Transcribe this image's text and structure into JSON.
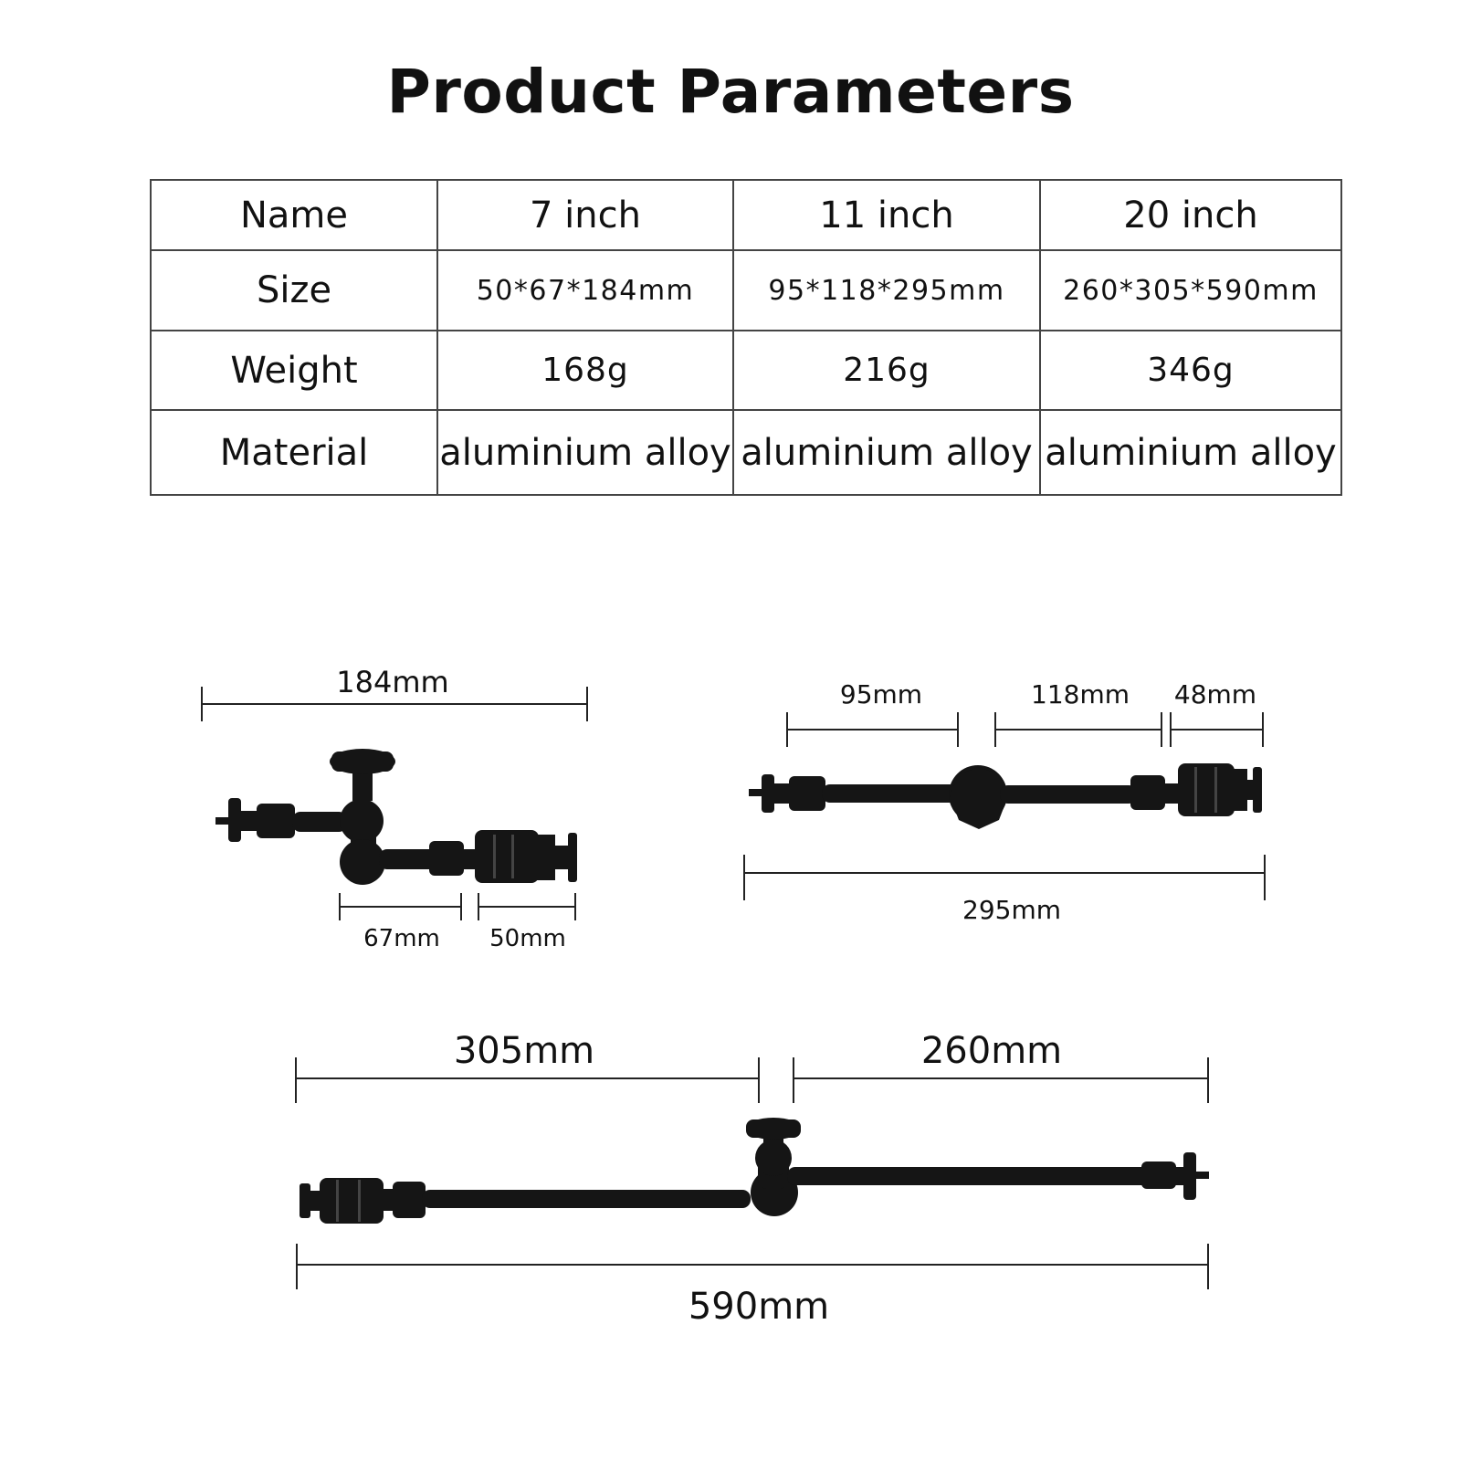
{
  "title": "Product Parameters",
  "table": {
    "columns": [
      "Name",
      "7 inch",
      "11 inch",
      "20 inch"
    ],
    "rows": [
      {
        "label": "Size",
        "values": [
          "50*67*184mm",
          "95*118*295mm",
          "260*305*590mm"
        ]
      },
      {
        "label": "Weight",
        "values": [
          "168g",
          "216g",
          "346g"
        ]
      },
      {
        "label": "Material",
        "values": [
          "aluminium alloy",
          "aluminium alloy",
          "aluminium alloy"
        ]
      }
    ]
  },
  "diagrams": {
    "arm_7_inch": {
      "overall": "184mm",
      "segment_a": "67mm",
      "segment_b": "50mm"
    },
    "arm_11_inch": {
      "segment_a": "95mm",
      "segment_b": "118mm",
      "segment_c": "48mm",
      "overall": "295mm"
    },
    "arm_20_inch": {
      "segment_a": "305mm",
      "segment_b": "260mm",
      "overall": "590mm"
    }
  }
}
